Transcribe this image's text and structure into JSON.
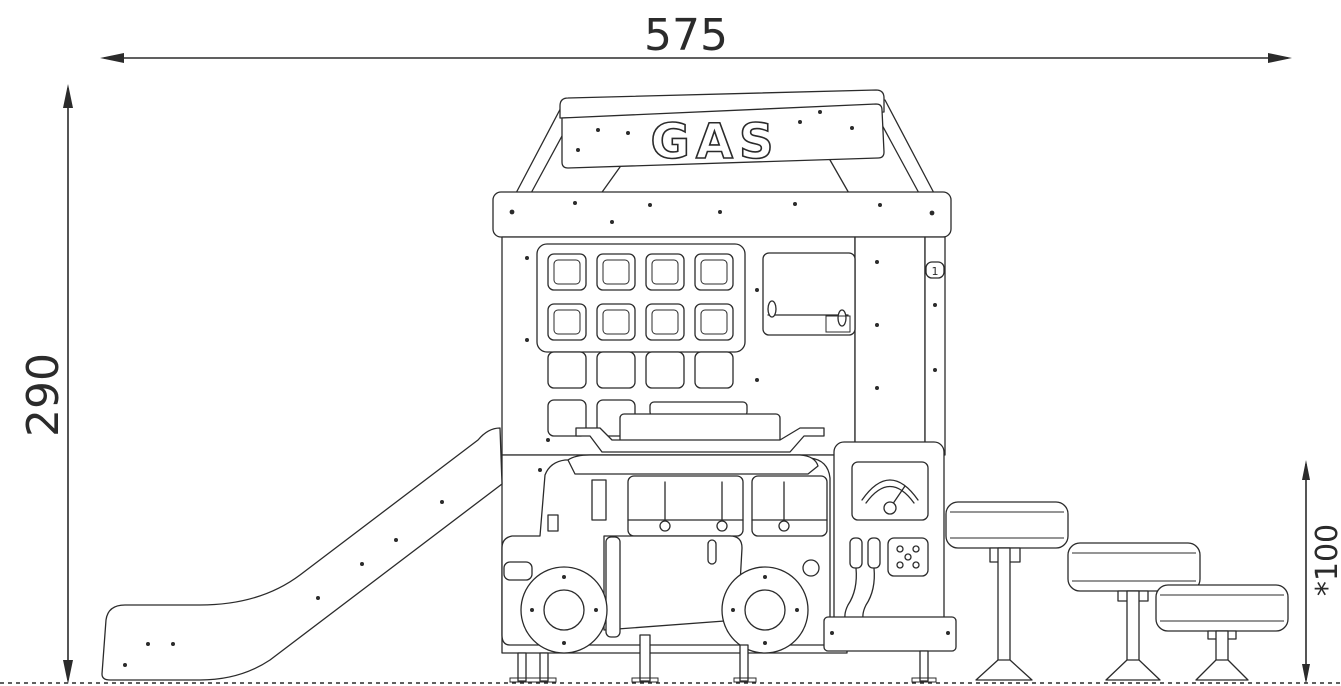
{
  "dimensions": {
    "width_label": "575",
    "height_label": "290",
    "seat_height_label": "*100"
  },
  "sign": {
    "text": "GAS"
  },
  "pump": {
    "number_label": "1"
  }
}
